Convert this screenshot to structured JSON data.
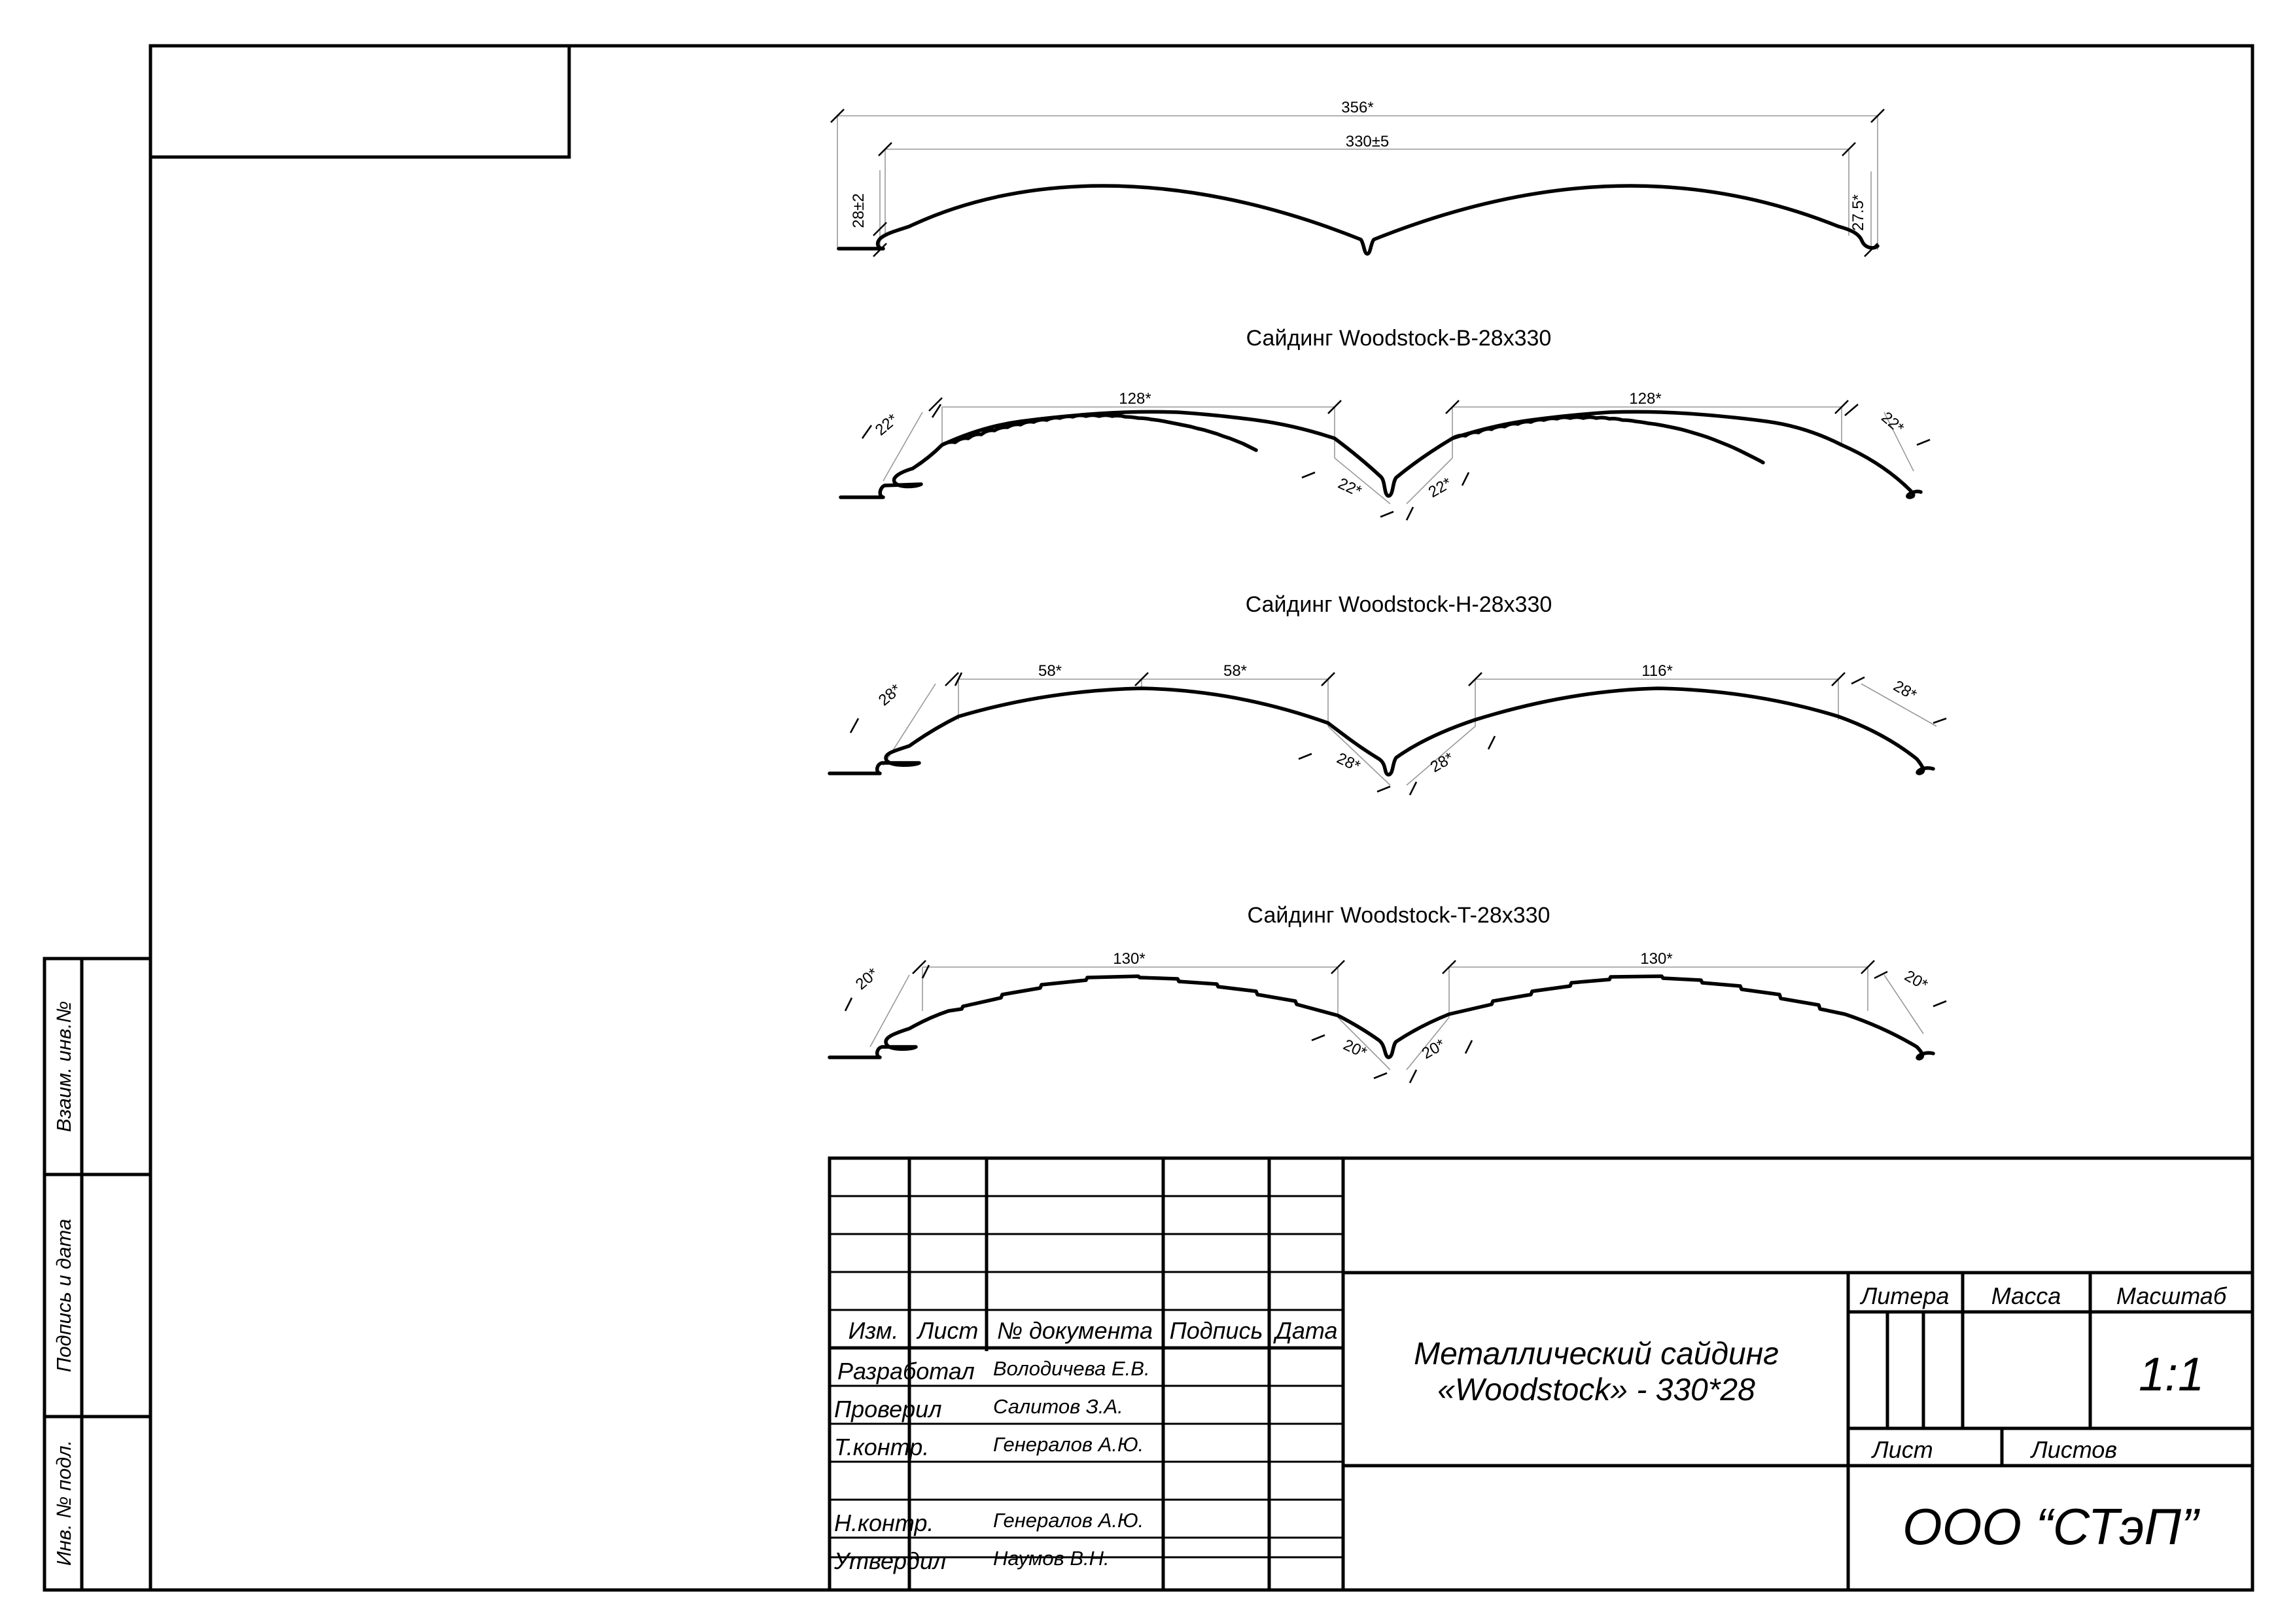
{
  "profiles": [
    {
      "dims": {
        "overall": "356*",
        "pitch": "330±5",
        "height_left": "28±2",
        "height_right": "27.5*"
      }
    },
    {
      "title": "Сайдинг Woodstock-B-28х330",
      "dims": {
        "top_left": "128*",
        "top_right": "128*",
        "edge_left": "22*",
        "edge_right": "22*",
        "center_left": "22*",
        "center_right": "22*"
      }
    },
    {
      "title": "Сайдинг Woodstock-H-28х330",
      "dims": {
        "top_left_a": "58*",
        "top_left_b": "58*",
        "top_right": "116*",
        "edge_left": "28*",
        "edge_right": "28*",
        "center_left": "28*",
        "center_right": "28*"
      }
    },
    {
      "title": "Сайдинг Woodstock-T-28х330",
      "dims": {
        "top_left": "130*",
        "top_right": "130*",
        "edge_left": "20*",
        "edge_right": "20*",
        "center_left": "20*",
        "center_right": "20*"
      }
    }
  ],
  "side_stamp": {
    "inv_ref": "Взаим. инв.№",
    "sign_date": "Подпись и дата",
    "inv_orig": "Инв. № подл."
  },
  "title_block": {
    "headers": {
      "change": "Изм.",
      "sheet": "Лист",
      "doc_no": "№ документа",
      "signature": "Подпись",
      "date": "Дата"
    },
    "roles": [
      {
        "role": "Разработал",
        "name": "Володичева Е.В."
      },
      {
        "role": "Проверил",
        "name": "Салитов З.А."
      },
      {
        "role": "Т.контр.",
        "name": "Генералов А.Ю."
      },
      {
        "role": "",
        "name": ""
      },
      {
        "role": "Н.контр.",
        "name": "Генералов А.Ю."
      },
      {
        "role": "Утвердил",
        "name": "Наумов В.Н."
      }
    ],
    "drawing_title_line1": "Металлический сайдинг",
    "drawing_title_line2": "«Woodstock» - 330*28",
    "litera_label": "Литера",
    "mass_label": "Масса",
    "scale_label": "Масштаб",
    "scale_value": "1:1",
    "sheet_label": "Лист",
    "sheets_label": "Листов",
    "company": "ООО “СТэП”"
  }
}
